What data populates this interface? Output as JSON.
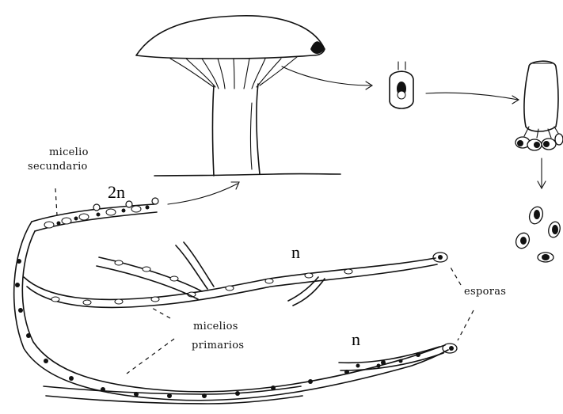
{
  "labels": {
    "micelio_line1": "micelio",
    "micelio_line2": "secundario",
    "diploid": "2n",
    "haploid_top": "n",
    "haploid_bottom": "n",
    "esporas": "esporas",
    "primarios_line1": "micelios",
    "primarios_line2": "primarios"
  },
  "colors": {
    "ink": "#111111",
    "background": "#ffffff"
  },
  "icons": [
    "mushroom",
    "basidium",
    "basidium-with-spores",
    "spores",
    "hyphae"
  ]
}
